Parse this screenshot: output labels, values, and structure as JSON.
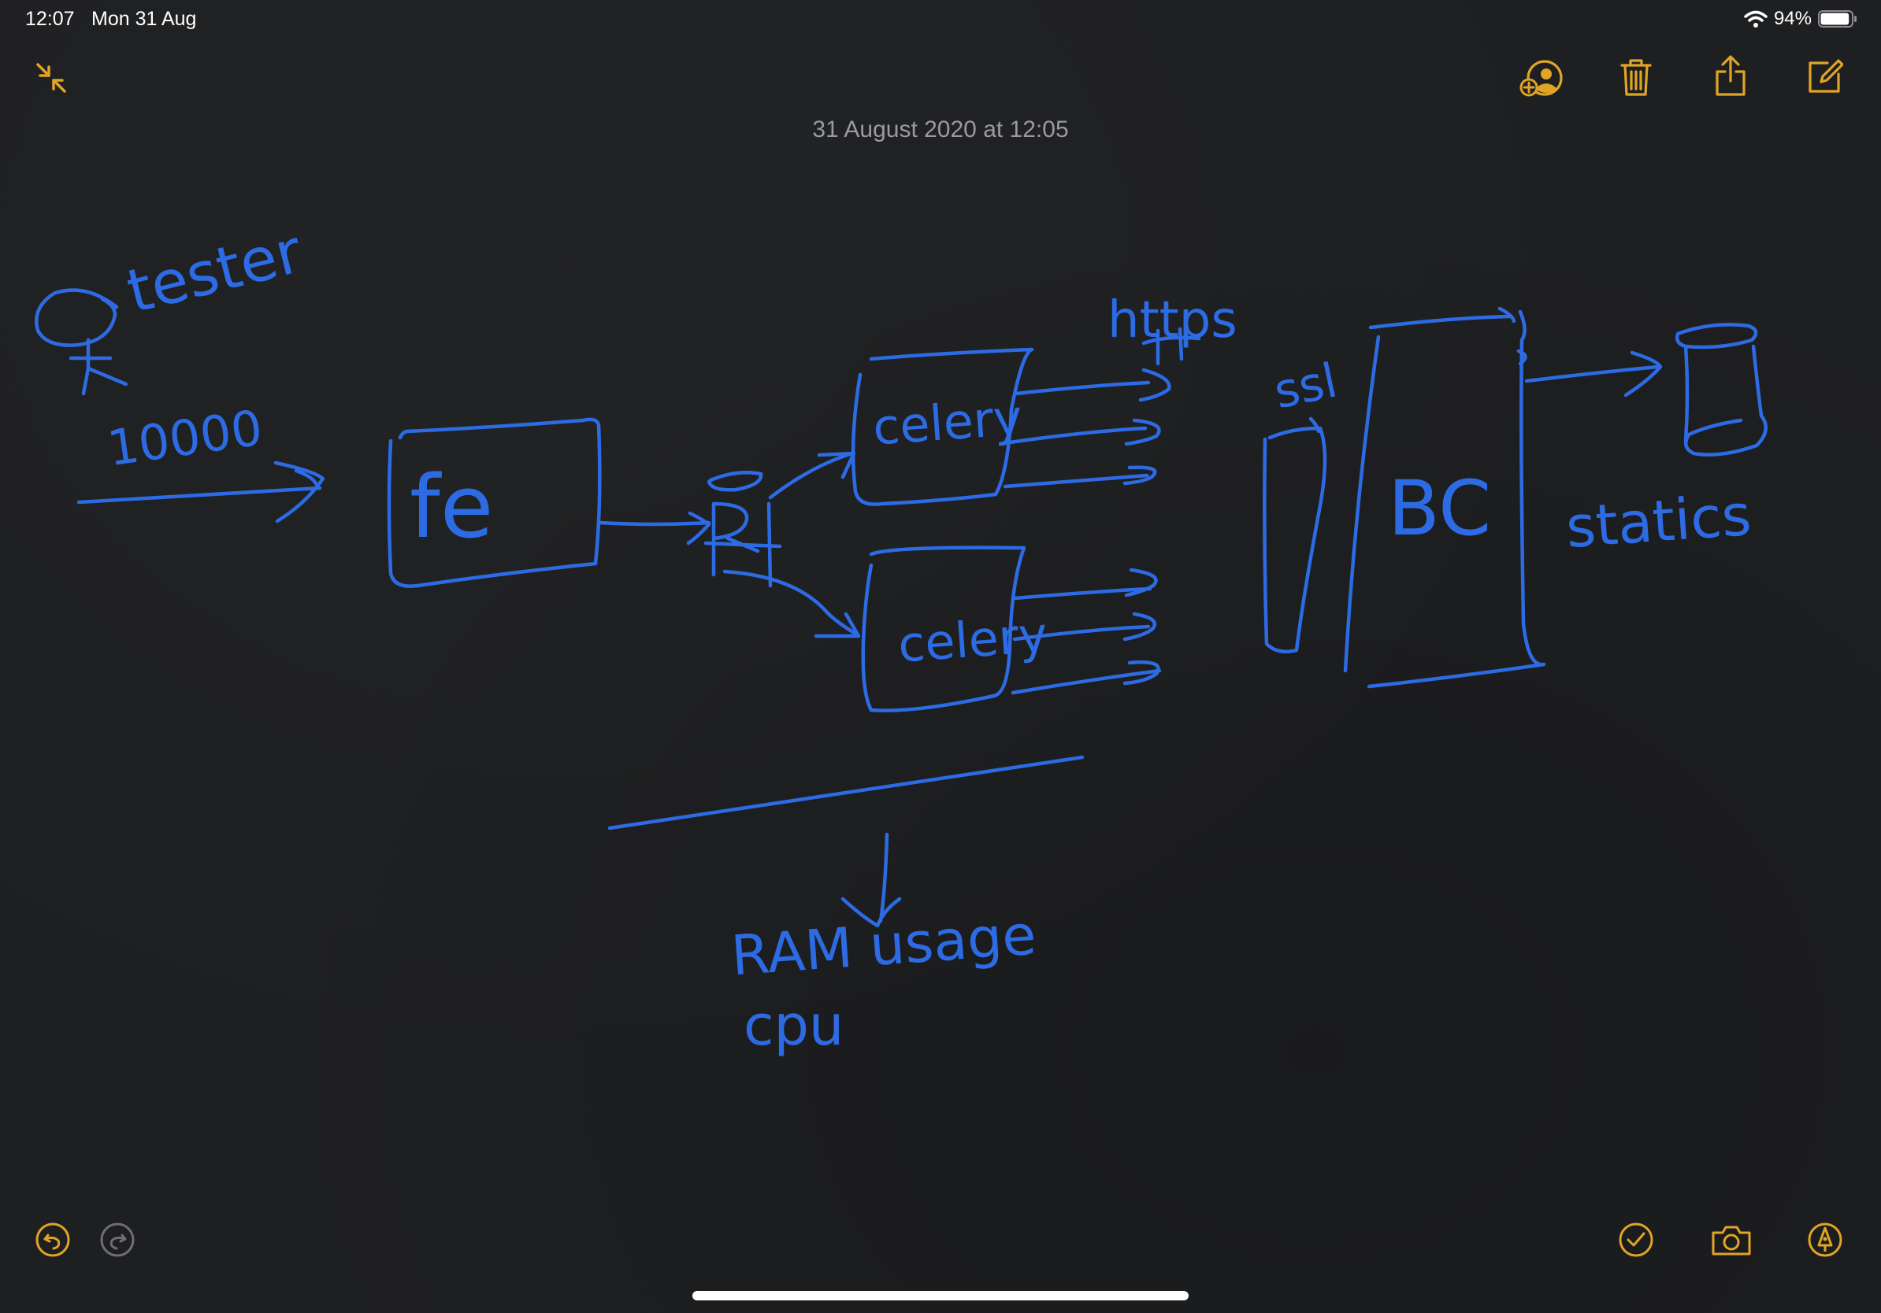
{
  "status_bar": {
    "time": "12:07",
    "date": "Mon 31 Aug",
    "battery_percent": "94%",
    "battery_level": 0.94
  },
  "toolbar": {
    "collapse_icon": "collapse-arrows-icon",
    "share_note_icon": "add-person-icon",
    "delete_icon": "trash-icon",
    "share_icon": "share-icon",
    "compose_icon": "compose-icon"
  },
  "note": {
    "timestamp": "31 August 2020 at 12:05"
  },
  "handwriting": {
    "tester": "tester",
    "count": "10000",
    "fe": "fe",
    "r": "R",
    "celery_top": "celery",
    "celery_bottom": "celery",
    "https": "https",
    "ssl": "ssl",
    "bc": "BC",
    "statics": "statics",
    "ram_usage": "RAM usage",
    "cpu": "cpu"
  },
  "bottom_toolbar": {
    "undo_icon": "undo-icon",
    "redo_icon": "redo-icon",
    "checklist_icon": "checkmark-circle-icon",
    "camera_icon": "camera-icon",
    "markup_icon": "pen-markup-icon"
  },
  "colors": {
    "accent": "#e1a526",
    "ink": "#2d6be4",
    "background": "#1e1f21",
    "muted_text": "#9a9a9f",
    "disabled": "#6e6e73"
  }
}
